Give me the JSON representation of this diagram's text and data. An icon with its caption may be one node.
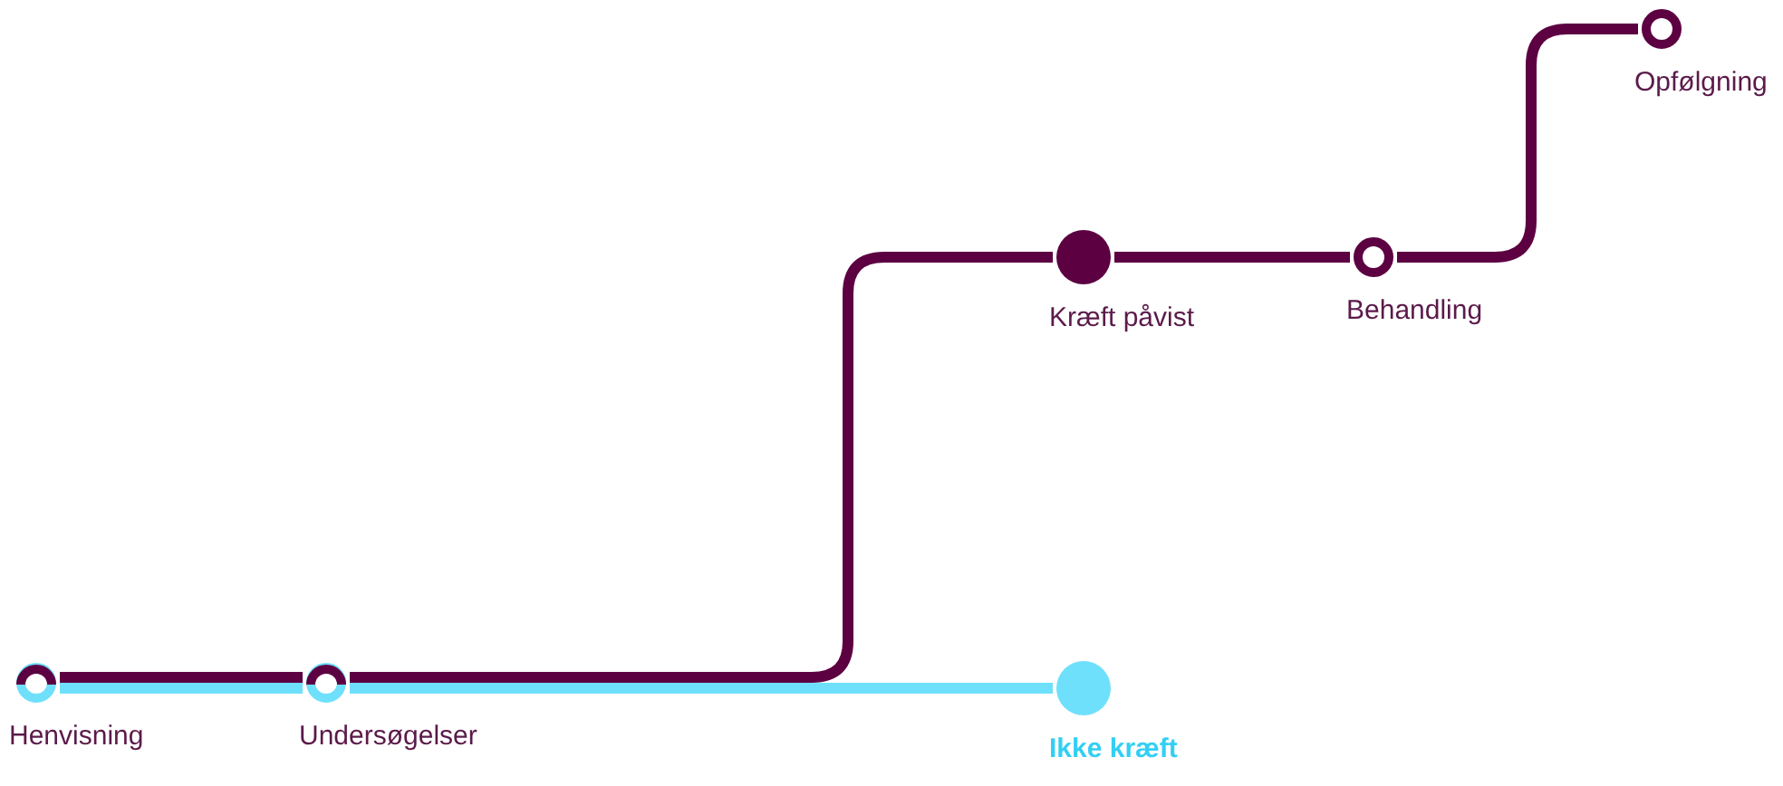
{
  "diagram": {
    "nodes": [
      {
        "text": [
          "Henvisning"
        ]
      },
      {
        "text": [
          "Undersøgelser"
        ]
      },
      {
        "text": [
          "Kræft påvist"
        ]
      },
      {
        "text": [
          "Behandling"
        ]
      },
      {
        "text": [
          "Opfølgning"
        ]
      },
      {
        "text": [
          "Ikke kræft"
        ]
      }
    ],
    "edges": [
      {
        "from": 0,
        "to": 1,
        "arrow": "none"
      },
      {
        "from": 1,
        "to": 2,
        "arrow": "none"
      },
      {
        "from": 2,
        "to": 3,
        "arrow": "none"
      },
      {
        "from": 3,
        "to": 4,
        "arrow": "none"
      },
      {
        "from": 0,
        "to": 1,
        "arrow": "none",
        "color": "#6fe0fb"
      },
      {
        "from": 1,
        "to": 5,
        "arrow": "none",
        "color": "#6fe0fb"
      }
    ]
  }
}
